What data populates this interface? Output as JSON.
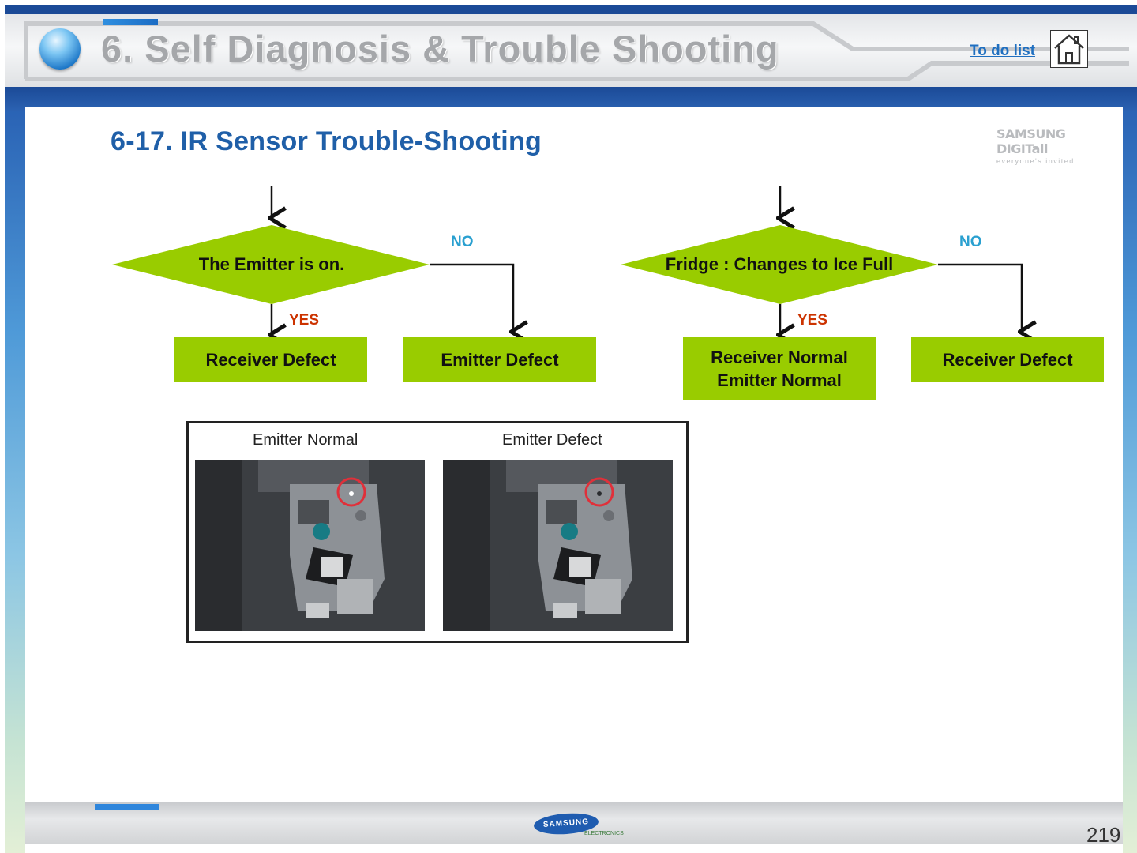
{
  "header": {
    "title": "6. Self Diagnosis & Trouble Shooting",
    "todo_link": "To do list",
    "home_icon": "home-icon"
  },
  "brand": {
    "line1": "SAMSUNG DIGITall",
    "line2": "everyone's invited."
  },
  "section": {
    "title": "6-17. IR Sensor Trouble-Shooting"
  },
  "flow_left": {
    "decision": "The Emitter is on.",
    "no_label": "NO",
    "yes_label": "YES",
    "yes_result": "Receiver Defect",
    "no_result": "Emitter Defect"
  },
  "flow_right": {
    "decision": "Fridge : Changes to Ice Full",
    "no_label": "NO",
    "yes_label": "YES",
    "yes_result_line1": "Receiver Normal",
    "yes_result_line2": "Emitter Normal",
    "no_result": "Receiver Defect"
  },
  "photos": {
    "left_caption": "Emitter Normal",
    "right_caption": "Emitter Defect"
  },
  "footer": {
    "logo": "SAMSUNG",
    "logo_sub": "ELECTRONICS",
    "page_number": "219"
  },
  "colors": {
    "accent_green": "#99cc00",
    "title_blue": "#1f5fa8",
    "no_color": "#2aa0d0",
    "yes_color": "#cc3300"
  }
}
